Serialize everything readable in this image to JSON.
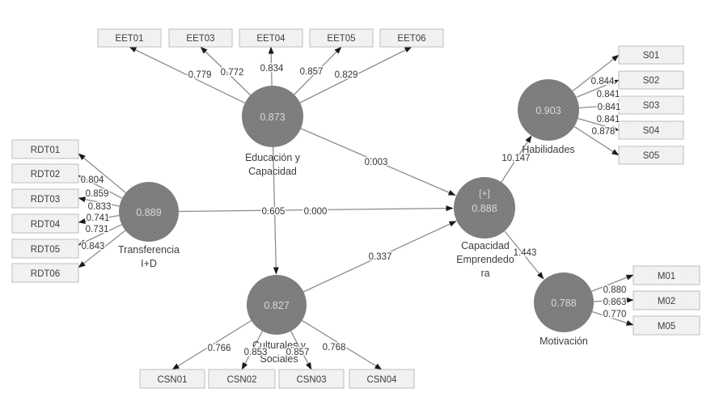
{
  "diagram_title": "PLS-SEM path model",
  "colors": {
    "node_fill": "#7b7b7b",
    "node_text": "#d9d9d9",
    "box_fill": "#f2f2f2",
    "box_border": "#bdbdbd",
    "edge": "#8c8c8c",
    "arrowhead": "#1a1a1a",
    "text": "#3d3d3d",
    "background": "#ffffff"
  },
  "nodes": {
    "educacion": {
      "value": "0.873",
      "label": [
        "Educación y",
        "Capacidad"
      ]
    },
    "transferencia": {
      "value": "0.889",
      "label": [
        "Transferencia",
        "I+D"
      ]
    },
    "capacidad": {
      "tag": "[+]",
      "value": "0.888",
      "label": [
        "Capacidad",
        "Emprendedo",
        "ra"
      ]
    },
    "habilidades": {
      "value": "0.903",
      "label": [
        "Habilidades"
      ]
    },
    "motivacion": {
      "value": "0.788",
      "label": [
        "Motivación"
      ]
    },
    "culturales": {
      "value": "0.827",
      "label": [
        "Culturales y",
        "Sociales"
      ]
    }
  },
  "indicators": {
    "eet": [
      {
        "label": "EET01",
        "loading": "0.779"
      },
      {
        "label": "EET03",
        "loading": "0.772"
      },
      {
        "label": "EET04",
        "loading": "0.834"
      },
      {
        "label": "EET05",
        "loading": "0.857"
      },
      {
        "label": "EET06",
        "loading": "0.829"
      }
    ],
    "rdt": [
      {
        "label": "RDT01",
        "loading": "0.804"
      },
      {
        "label": "RDT02",
        "loading": "0.859"
      },
      {
        "label": "RDT03",
        "loading": "0.833"
      },
      {
        "label": "RDT04",
        "loading": "0.741"
      },
      {
        "label": "RDT05",
        "loading": "0.731"
      },
      {
        "label": "RDT06",
        "loading": "0.843"
      }
    ],
    "s": [
      {
        "label": "S01",
        "loading": "0.844"
      },
      {
        "label": "S02",
        "loading": "0.841"
      },
      {
        "label": "S03",
        "loading": "0.841"
      },
      {
        "label": "S04",
        "loading": "0.841"
      },
      {
        "label": "S05",
        "loading": "0.878"
      }
    ],
    "m": [
      {
        "label": "M01",
        "loading": "0.880"
      },
      {
        "label": "M02",
        "loading": "0.863"
      },
      {
        "label": "M05",
        "loading": "0.770"
      }
    ],
    "csn": [
      {
        "label": "CSN01",
        "loading": "0.766"
      },
      {
        "label": "CSN02",
        "loading": "0.853"
      },
      {
        "label": "CSN03",
        "loading": "0.857"
      },
      {
        "label": "CSN04",
        "loading": "0.768"
      }
    ]
  },
  "paths": {
    "educacion_to_capacidad": "0.003",
    "transferencia_to_capacidad": "0.000",
    "educacion_to_culturales": "0.605",
    "culturales_to_capacidad": "0.337",
    "capacidad_to_habilidades": "10.147",
    "capacidad_to_motivacion": "1.443"
  }
}
